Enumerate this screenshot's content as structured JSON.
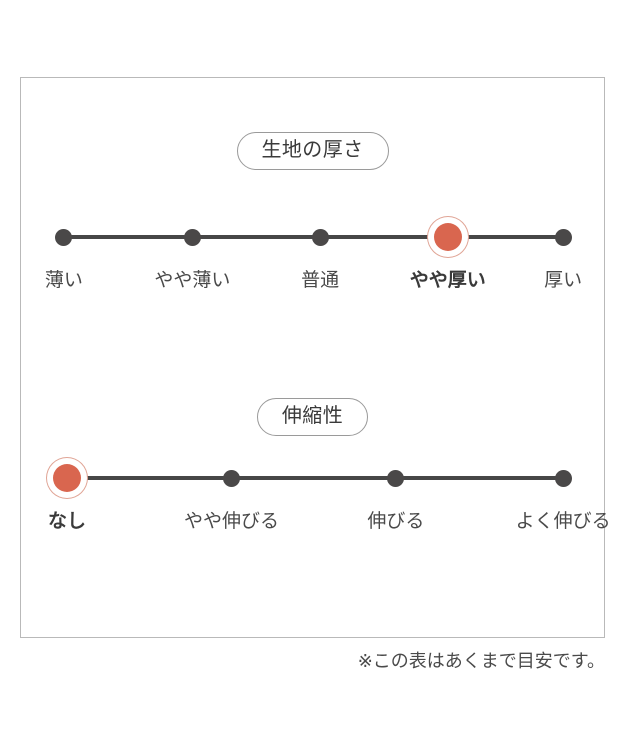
{
  "colors": {
    "accent": "#d9664f",
    "accent_ring": "#e0a495",
    "dot": "#4a4848",
    "track": "#474747",
    "panel_border": "#b9b9b9",
    "pill_border": "#9a9a9a",
    "text": "#4a4a4a",
    "background": "#ffffff"
  },
  "chart_data": [
    {
      "type": "scale",
      "id": "fabric-thickness",
      "title": "生地の厚さ",
      "categories": [
        "薄い",
        "やや薄い",
        "普通",
        "やや厚い",
        "厚い"
      ],
      "values": [
        1,
        2,
        3,
        4,
        5
      ],
      "selected_index": 3,
      "selected_label": "やや厚い",
      "xlabel": "",
      "ylabel": "",
      "legend": "none",
      "grid": false
    },
    {
      "type": "scale",
      "id": "fabric-stretch",
      "title": "伸縮性",
      "categories": [
        "なし",
        "やや伸びる",
        "伸びる",
        "よく伸びる"
      ],
      "values": [
        1,
        2,
        3,
        4
      ],
      "selected_index": 0,
      "selected_label": "なし",
      "xlabel": "",
      "ylabel": "",
      "legend": "none",
      "grid": false
    }
  ],
  "sections": [
    {
      "title": "生地の厚さ",
      "points": [
        {
          "label": "薄い",
          "x_pct": 7.35,
          "selected": false
        },
        {
          "label": "やや薄い",
          "x_pct": 29.4,
          "selected": false
        },
        {
          "label": "普通",
          "x_pct": 51.3,
          "selected": false
        },
        {
          "label": "やや厚い",
          "x_pct": 73.2,
          "selected": true
        },
        {
          "label": "厚い",
          "x_pct": 93.0,
          "selected": false
        }
      ]
    },
    {
      "title": "伸縮性",
      "points": [
        {
          "label": "なし",
          "x_pct": 7.9,
          "selected": true
        },
        {
          "label": "やや伸びる",
          "x_pct": 36.1,
          "selected": false
        },
        {
          "label": "伸びる",
          "x_pct": 64.3,
          "selected": false
        },
        {
          "label": "よく伸びる",
          "x_pct": 93.0,
          "selected": false
        }
      ]
    }
  ],
  "footnote": "※この表はあくまで目安です。"
}
